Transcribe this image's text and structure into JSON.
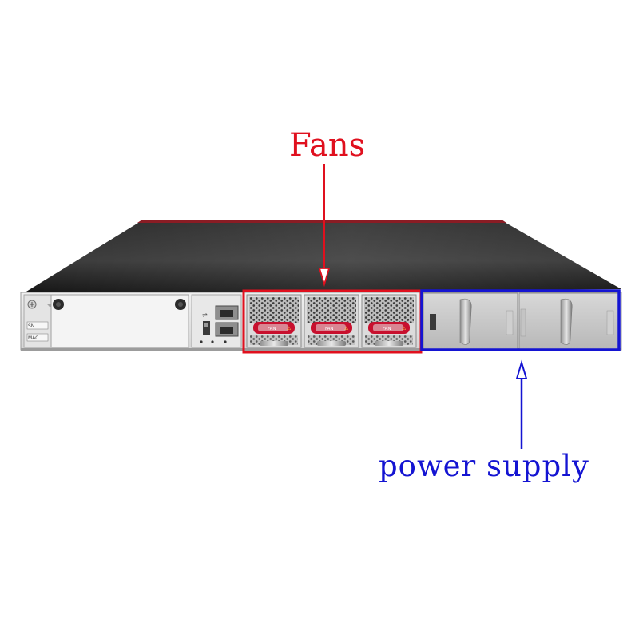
{
  "annotations": {
    "fans": {
      "label": "Fans",
      "color": "#e0101e"
    },
    "power_supply": {
      "label": "power supply",
      "color": "#1414d2"
    }
  },
  "device": {
    "chassis_top_color": "#1f1f1f",
    "front_panel_color": "#e7e7e7",
    "accent_color": "#c8102e",
    "fan_modules": [
      {
        "label": "FAN"
      },
      {
        "label": "FAN"
      },
      {
        "label": "FAN"
      }
    ],
    "power_modules": [
      {
        "label": ""
      },
      {
        "label": ""
      }
    ],
    "panel_labels": {
      "sn_tag": "SN",
      "mac_tag": "MAC"
    }
  }
}
